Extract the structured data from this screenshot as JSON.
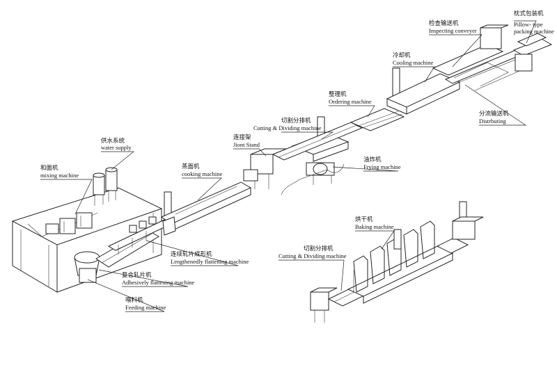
{
  "labels": {
    "pillow_packing": {
      "zh": "枕式包装机",
      "en1": "Pillow- type",
      "en2": "packing machine"
    },
    "inspecting": {
      "zh": "检查输送机",
      "en": "Inspecting conveyer"
    },
    "cooling": {
      "zh": "冷却机",
      "en": "Cooling machine"
    },
    "ordering": {
      "zh": "整理机",
      "en": "Ordering machine"
    },
    "distributing": {
      "zh": "分流输送机",
      "en": "Distrbuting"
    },
    "cutting1": {
      "zh": "切割分排机",
      "en": "Cutting & Dividing machine"
    },
    "joint": {
      "zh": "连接架",
      "en": "Jiont Stand"
    },
    "frying": {
      "zh": "油炸机",
      "en": "Frying machine"
    },
    "water": {
      "zh": "供水系统",
      "en": "water supply"
    },
    "mixing": {
      "zh": "和面机",
      "en": "mixing machine"
    },
    "cooking": {
      "zh": "蒸面机",
      "en": "cooking machine"
    },
    "lengthened": {
      "zh": "连续轧片成形机",
      "en": "Lengthenedly flattening machine"
    },
    "adhesive": {
      "zh": "复合轧片机",
      "en": "Adhesively flattening machine"
    },
    "feeding": {
      "zh": "喂料机",
      "en": "Feeding machine"
    },
    "baking": {
      "zh": "烘干机",
      "en": "Baking machine"
    },
    "cutting2": {
      "zh": "切割分排机",
      "en": "Cutting & Dividing machine"
    }
  },
  "colors": {
    "line": "#222222",
    "background": "#ffffff"
  }
}
